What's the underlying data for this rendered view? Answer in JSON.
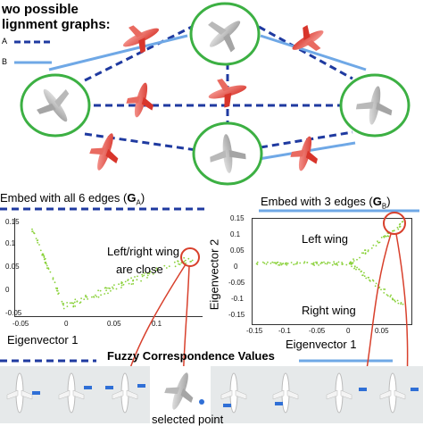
{
  "legend": {
    "title_line1": "wo possible",
    "title_line2": "lignment graphs:",
    "item_a": "A",
    "item_b": "B"
  },
  "colors": {
    "edge_a": "#1f3aa0",
    "edge_b": "#6fa8e6",
    "circle": "#3cb043",
    "points": "#8ad13a",
    "arrow": "#d8402c"
  },
  "left_panel": {
    "title_prefix": "Embed with all 6 edges (",
    "title_g": "G",
    "title_sub": "A",
    "title_suffix": ")",
    "annotation_line1": "Left/right wing",
    "annotation_line2": "are close",
    "xlabel": "Eigenvector 1",
    "xticks": [
      "-0.05",
      "0",
      "0.05",
      "0.1"
    ],
    "yticks": [
      "0.15",
      "0.1",
      "0.05",
      "0",
      "-0.05"
    ]
  },
  "right_panel": {
    "title_prefix": "Embed with 3 edges (",
    "title_g": "G",
    "title_sub": "B",
    "title_suffix": ")",
    "annotation_top": "Left wing",
    "annotation_bottom": "Right wing",
    "xlabel": "Eigenvector 1",
    "ylabel": "Eigenvector 2",
    "xticks": [
      "-0.15",
      "-0.1",
      "-0.05",
      "0",
      "0.05"
    ],
    "yticks": [
      "0.15",
      "0.1",
      "0.05",
      "0",
      "-0.05",
      "-0.1",
      "-0.15"
    ]
  },
  "bottom": {
    "title": "Fuzzy Correspondence Values",
    "selected_label": "selected point"
  }
}
